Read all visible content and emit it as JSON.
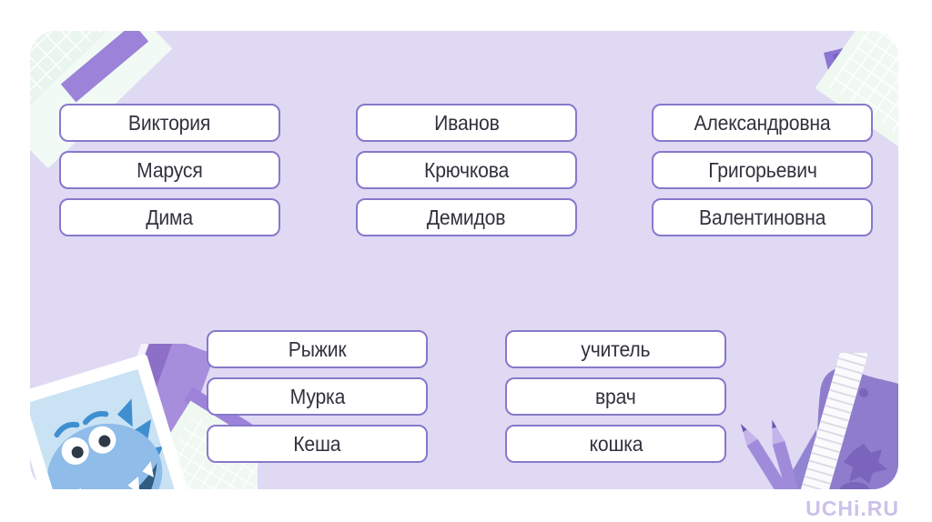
{
  "page": {
    "watermark": "UCHi.RU"
  },
  "colors": {
    "page_background": "#FFFFFF",
    "board_background": "#DFD9F3",
    "card_background": "#FFFFFF",
    "card_border": "#8878CB",
    "card_text": "#34313E",
    "watermark_text": "#CBC1E9",
    "decor_purple": "#9C83D9",
    "decor_dark_purple": "#7B65BC",
    "decor_mint": "#EFF9F2",
    "monster_blue": "#8FBCE8"
  },
  "word_groups": [
    {
      "id": "first-names",
      "items": [
        "Виктория",
        "Маруся",
        "Дима"
      ]
    },
    {
      "id": "surnames",
      "items": [
        "Иванов",
        "Крючкова",
        "Демидов"
      ]
    },
    {
      "id": "patronymics",
      "items": [
        "Александровна",
        "Григорьевич",
        "Валентиновна"
      ]
    },
    {
      "id": "pet-names",
      "items": [
        "Рыжик",
        "Мурка",
        "Кеша"
      ]
    },
    {
      "id": "common-words",
      "items": [
        "учитель",
        "врач",
        "кошка"
      ]
    }
  ],
  "decorations": [
    {
      "icon": "grid-notebook-icon"
    },
    {
      "icon": "purple-stripe-icon"
    },
    {
      "icon": "purple-ribbon-icon"
    },
    {
      "icon": "monster-photo-icon"
    },
    {
      "icon": "book-icon"
    },
    {
      "icon": "pencil-icon"
    },
    {
      "icon": "ruler-icon"
    },
    {
      "icon": "purple-blob-icon"
    }
  ]
}
